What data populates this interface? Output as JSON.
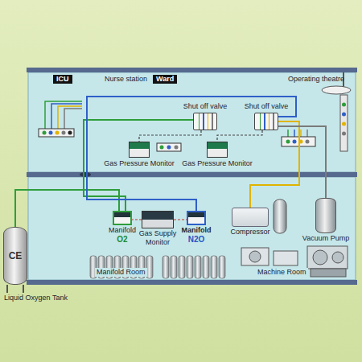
{
  "diagram": {
    "nodes": [
      {
        "text": [
          "Shut off valve"
        ]
      },
      {
        "text": [
          "Gas Pressure Monitor"
        ]
      },
      {
        "text": [
          "Shut off valve"
        ]
      },
      {
        "text": [
          "Gas Pressure Monitor"
        ]
      },
      {
        "text": [
          "CE",
          "Liquid Oxygen Tank"
        ]
      },
      {
        "text": [
          "Manifold",
          "O2"
        ]
      },
      {
        "text": [
          "Gas Supply Monitor"
        ]
      },
      {
        "text": [
          "Manifold",
          "N2O"
        ]
      },
      {
        "text": [
          "Compressor"
        ]
      },
      {
        "text": [
          "Vacuum Pump"
        ]
      }
    ],
    "edges": [
      {
        "from": 4,
        "to": 5,
        "arrow": "none"
      },
      {
        "from": 5,
        "to": 0,
        "arrow": "none"
      },
      {
        "from": 7,
        "to": 2,
        "arrow": "none"
      },
      {
        "from": 8,
        "to": 2,
        "arrow": "none"
      },
      {
        "from": 9,
        "to": 2,
        "arrow": "none"
      },
      {
        "from": 0,
        "to": 1,
        "arrow": "none"
      },
      {
        "from": 2,
        "to": 3,
        "arrow": "none"
      },
      {
        "from": 6,
        "to": 5,
        "arrow": "none"
      },
      {
        "from": 6,
        "to": 7,
        "arrow": "none"
      }
    ],
    "labels": [
      "ICU",
      "Nurse station",
      "Ward",
      "Operating theatre",
      "Manifold Room",
      "Machine Room"
    ]
  }
}
